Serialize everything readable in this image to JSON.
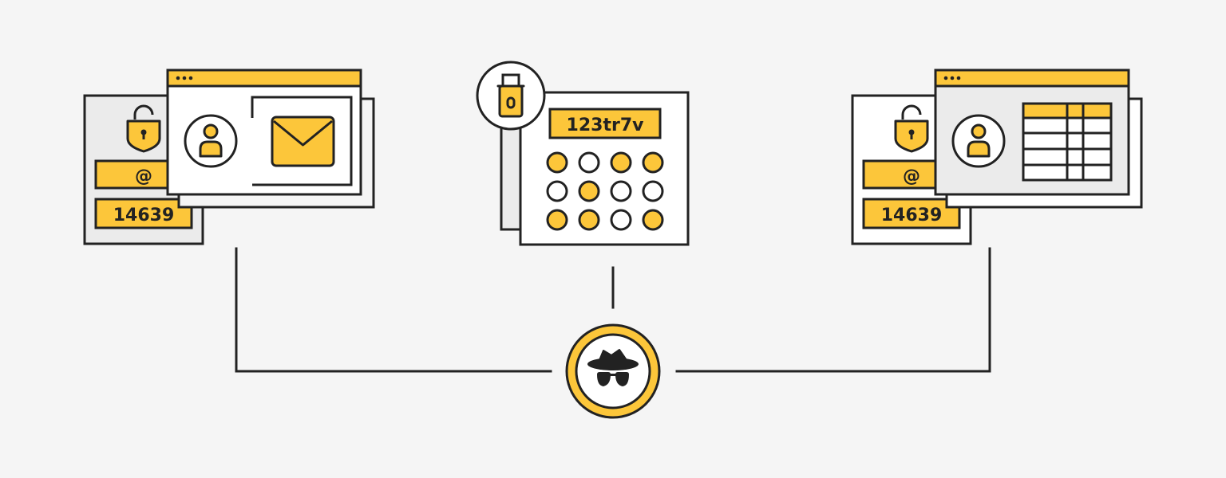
{
  "left_group": {
    "email_field": "@",
    "pin_field": "14639"
  },
  "center_group": {
    "password_field": "123tr7v",
    "pin_dots": [
      true,
      false,
      true,
      true,
      false,
      true,
      false,
      false,
      true,
      true,
      false,
      true
    ]
  },
  "right_group": {
    "email_field": "@",
    "pin_field": "14639"
  },
  "colors": {
    "accent": "#fcc63a",
    "stroke": "#222222",
    "panel_grey": "#ebebeb",
    "background": "#f5f5f5"
  },
  "icons": [
    "padlock-shield-icon",
    "user-avatar-icon",
    "envelope-icon",
    "usb-key-icon",
    "table-grid-icon",
    "spy-hacker-icon"
  ]
}
